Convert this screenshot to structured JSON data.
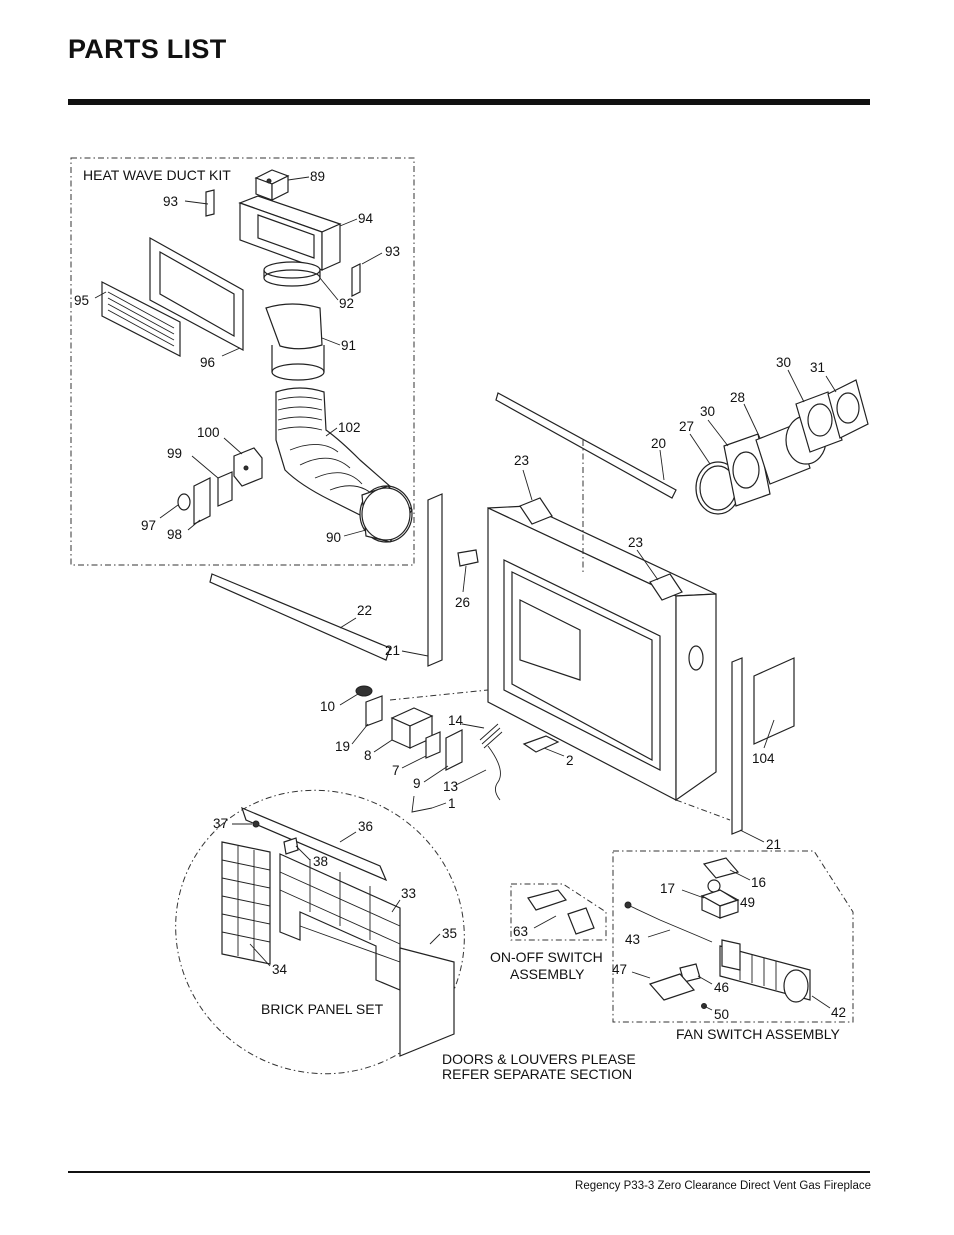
{
  "page": {
    "title": "PARTS LIST",
    "footer": "Regency P33-3 Zero Clearance Direct Vent Gas Fireplace"
  },
  "groups": {
    "duct_kit": "HEAT WAVE DUCT KIT",
    "brick_set": "BRICK PANEL SET",
    "on_off_1": "ON-OFF SWITCH",
    "on_off_2": "ASSEMBLY",
    "fan_switch": "FAN SWITCH ASSEMBLY",
    "doors_1": "DOORS & LOUVERS PLEASE",
    "doors_2": "REFER SEPARATE SECTION"
  },
  "callouts": [
    "89",
    "93",
    "94",
    "93",
    "95",
    "92",
    "96",
    "91",
    "100",
    "102",
    "99",
    "97",
    "98",
    "90",
    "30",
    "31",
    "30",
    "28",
    "27",
    "20",
    "23",
    "23",
    "26",
    "22",
    "21",
    "10",
    "19",
    "8",
    "14",
    "7",
    "9",
    "13",
    "2",
    "1",
    "104",
    "21",
    "37",
    "36",
    "38",
    "33",
    "34",
    "35",
    "63",
    "16",
    "17",
    "49",
    "43",
    "47",
    "46",
    "50",
    "42"
  ]
}
